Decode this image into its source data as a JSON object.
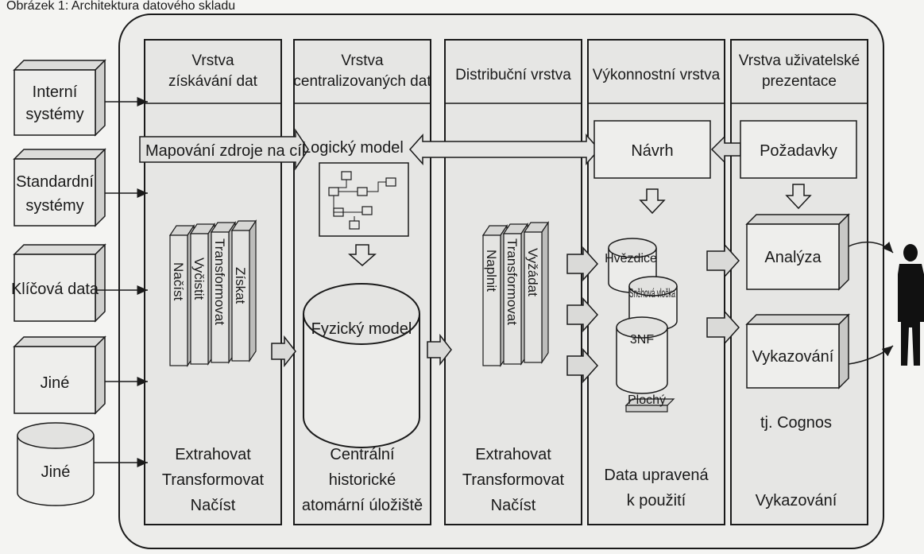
{
  "top_text": "Obrázek 1: Architektura datového skladu",
  "sources": [
    {
      "lines": [
        "Interní",
        "systémy"
      ]
    },
    {
      "lines": [
        "Standardní",
        "systémy"
      ]
    },
    {
      "lines": [
        "Klíčová data"
      ]
    },
    {
      "lines": [
        "Jiné"
      ]
    },
    {
      "lines": [
        "Jiné"
      ]
    }
  ],
  "layers": [
    {
      "header": [
        "Vrstva",
        "získávání dat"
      ],
      "footer": [
        "Extrahovat",
        "Transformovat",
        "Načíst"
      ]
    },
    {
      "header": [
        "Vrstva",
        "centralizovaných dat"
      ],
      "footer": [
        "Centrální",
        "historické",
        "atomární úložiště"
      ]
    },
    {
      "header": [
        "Distribuční vrstva"
      ],
      "footer": [
        "Extrahovat",
        "Transformovat",
        "Načíst"
      ]
    },
    {
      "header": [
        "Výkonnostní vrstva"
      ],
      "footer": [
        "Data upravená",
        "k použití"
      ]
    },
    {
      "header": [
        "Vrstva uživatelské",
        "prezentace"
      ],
      "footer": [
        "Vykazování"
      ]
    }
  ],
  "mapping_arrow": "Mapování zdroje na cíl",
  "logical_model": "Logický model",
  "physical_model": "Fyzický model",
  "etl1": [
    "Načíst",
    "Vyčistit",
    "Transformovat",
    "Získat"
  ],
  "etl2": [
    "Naplnit",
    "Transformovat",
    "Vyžádat"
  ],
  "design": "Návrh",
  "requirements": "Požadavky",
  "schemas": [
    "Hvězdice",
    "Sněhová vločka",
    "3NF",
    "Plochý"
  ],
  "analysis": "Analýza",
  "reporting": "Vykazování",
  "cognos": "tj. Cognos"
}
